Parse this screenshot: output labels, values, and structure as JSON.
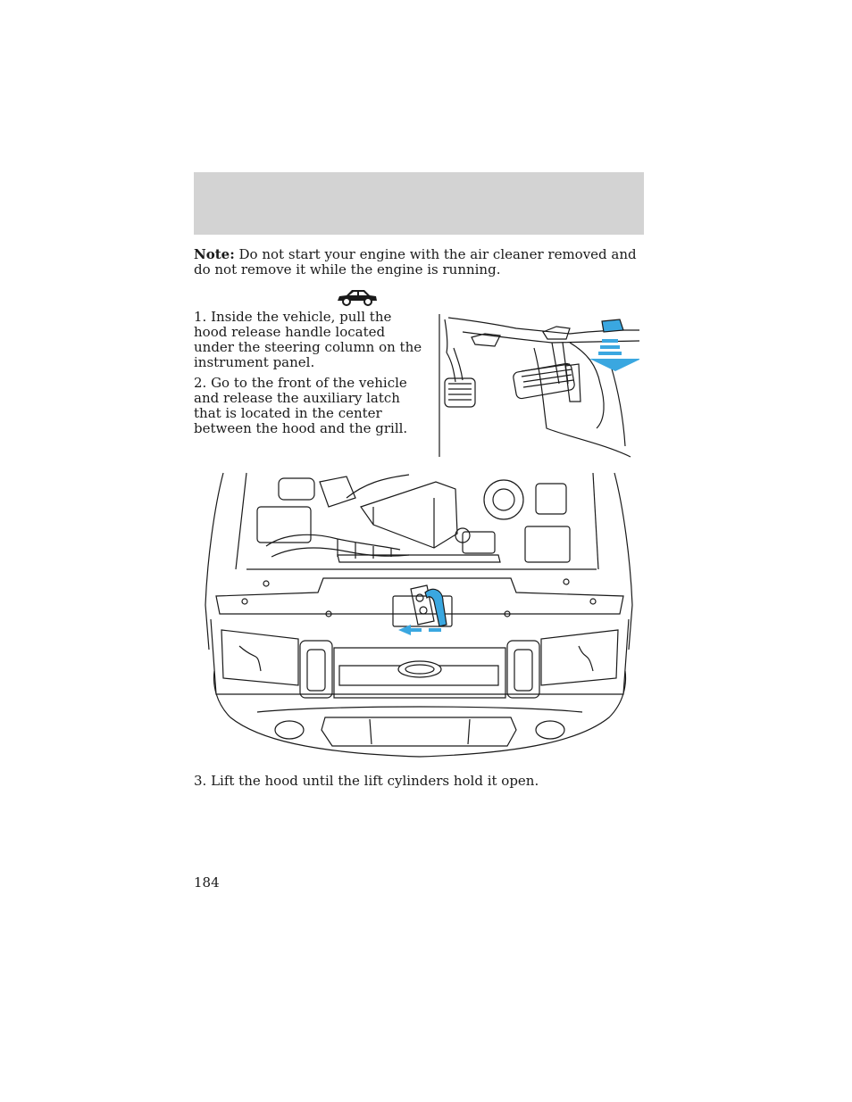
{
  "note": {
    "label": "Note:",
    "text": "Do not start your engine with the air cleaner removed and do not remove it while the engine is running."
  },
  "icons": {
    "vehicle": "car-icon",
    "pull_arrow": "arrow-down-icon",
    "slide_arrow": "arrow-left-icon"
  },
  "steps": [
    "1. Inside the vehicle, pull the hood release handle located under the steering column on the instrument panel.",
    "2. Go to the front of the vehicle and release the auxiliary latch that is located in the center between the hood and the grill.",
    "3. Lift the hood until the lift cylinders hold it open."
  ],
  "page_number": "184",
  "colors": {
    "header_band": "#d3d3d3",
    "highlight_blue": "#3aa7e0",
    "line": "#1a1a1a"
  }
}
